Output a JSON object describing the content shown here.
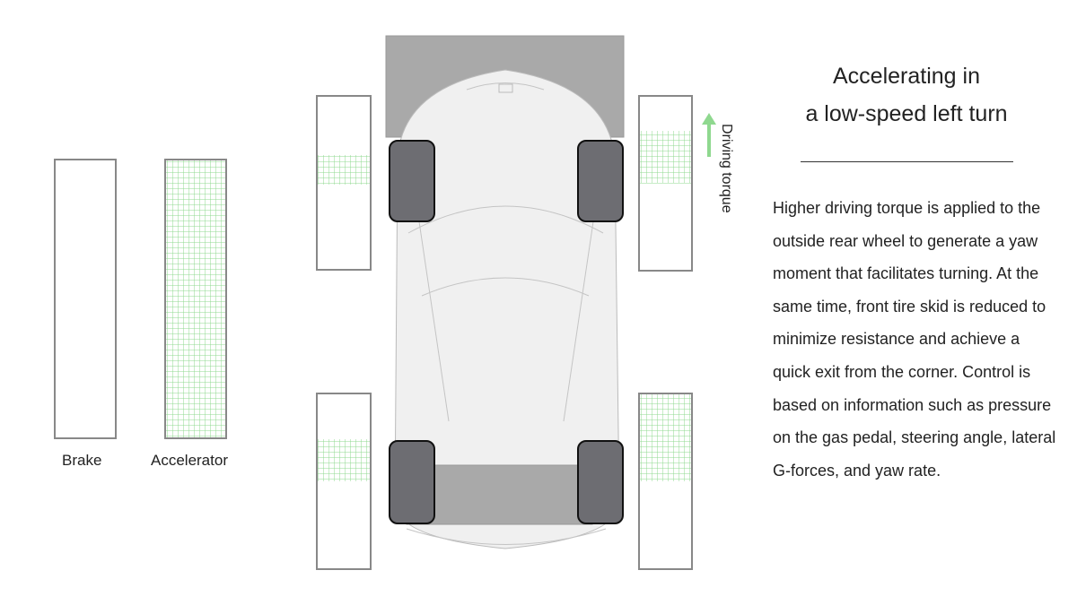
{
  "pedals": {
    "brake": {
      "label": "Brake",
      "fill": 0.0
    },
    "accelerator": {
      "label": "Accelerator",
      "fill": 1.0
    }
  },
  "wheel_torque": {
    "rear_left": {
      "band": [
        0.49,
        0.66
      ]
    },
    "rear_right": {
      "band": [
        0.5,
        0.8
      ]
    },
    "front_left": {
      "band": [
        0.5,
        0.74
      ]
    },
    "front_right": {
      "band": [
        0.5,
        1.0
      ]
    }
  },
  "arrow": {
    "label": "Driving torque"
  },
  "colors": {
    "grid": "#8fd88f",
    "arrow": "#8fd88f",
    "tire": "#6d6d72",
    "body": "#f0f0f0",
    "wing": "#a9a9a9"
  },
  "text": {
    "title_line1": "Accelerating in",
    "title_line2": "a low-speed left turn",
    "body": "Higher driving torque is applied to the outside rear wheel to generate a yaw moment that facilitates turning. At the same time, front tire skid is reduced to minimize resistance and achieve a quick exit from the corner. Control is based on information such as pressure on the gas pedal, steering angle, lateral G-forces, and yaw rate."
  }
}
